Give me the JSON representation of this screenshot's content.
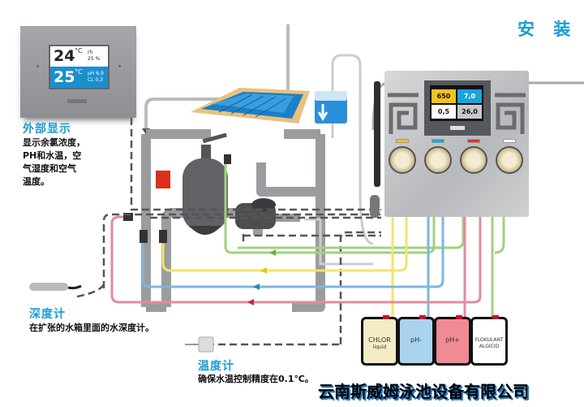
{
  "title": "安 装",
  "company": "云南斯威姆泳池设备有限公司",
  "external_display": {
    "heading": "外部显示",
    "description_lines": [
      "显示余氯浓度，",
      "PH和水温，空",
      "气湿度和空气",
      "温度。"
    ],
    "screen": {
      "air_temp": "24",
      "air_unit": "°C",
      "humidity_label": "rh",
      "humidity": "25 %",
      "water_temp": "25",
      "water_unit": "°C",
      "ph_label": "pH 6,9",
      "cl_label": "CL 0,3"
    }
  },
  "depth_gauge": {
    "heading": "深度计",
    "description": "在扩张的水箱里面的水深度计。"
  },
  "thermometer": {
    "heading": "温度计",
    "description": "确保水温控制精度在0.1℃。"
  },
  "controller": {
    "readings": [
      {
        "name": "orp",
        "value": "650",
        "color": "#f4c21b"
      },
      {
        "name": "ph",
        "value": "7,0",
        "color": "#1aa3dc"
      },
      {
        "name": "chlorine",
        "value": "0,5",
        "color": "#ffffff"
      },
      {
        "name": "temperature",
        "value": "26,0",
        "color": "#c9c9c9"
      }
    ],
    "pump_tags": [
      "#f5c21b",
      "#19a7e0",
      "#e0312f",
      "#ffffff"
    ]
  },
  "canisters": [
    {
      "label": "CHLOR",
      "sub": "liquid",
      "fill": "#f4ecc4"
    },
    {
      "label": "pH-",
      "sub": "",
      "fill": "#a9d3ef"
    },
    {
      "label": "pH+",
      "sub": "",
      "fill": "#f08a95"
    },
    {
      "label": "FLOKULANT",
      "sub": "ALGICID",
      "fill": "#ffffff"
    }
  ],
  "line_colors": {
    "yellow": "#f3e46a",
    "blue": "#7fb6de",
    "pink": "#e58a9c",
    "green": "#9fd27f",
    "pipe": "#9b9c9f",
    "signal": "#555555"
  }
}
